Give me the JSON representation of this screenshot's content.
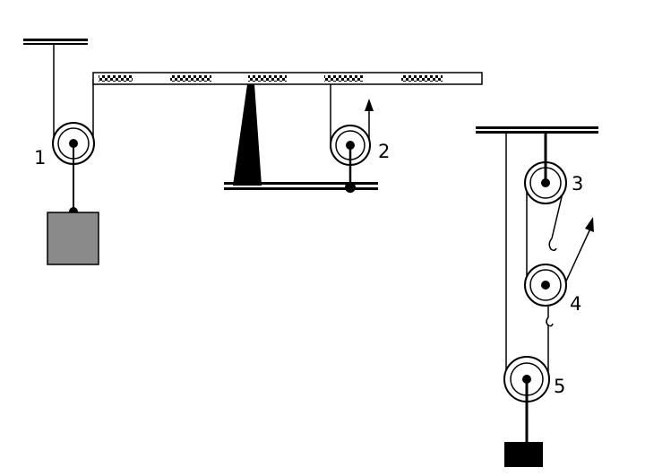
{
  "labels": {
    "pulley_1": "1",
    "pulley_2": "2",
    "pulley_3": "3",
    "pulley_4": "4",
    "pulley_5": "5"
  },
  "colors": {
    "ink": "#000000",
    "weight_left": "#8a8a8a",
    "weight_right": "#000000",
    "background": "#ffffff"
  }
}
